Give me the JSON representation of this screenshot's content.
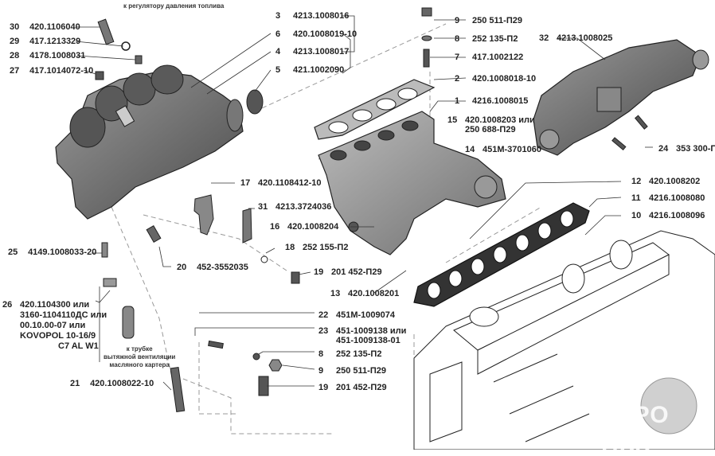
{
  "diagram": {
    "title": "Intake and exhaust manifold parts diagram",
    "notes": {
      "fuel_regulator": "к регулятору давления топлива",
      "crankcase_vent": [
        "к трубке",
        "вытяжной вентиляции",
        "масляного картера"
      ]
    },
    "watermark": "АГРО НКК",
    "callouts": [
      {
        "num": "30",
        "part": "420.1106040"
      },
      {
        "num": "29",
        "part": "417.1213329"
      },
      {
        "num": "28",
        "part": "4178.1008031"
      },
      {
        "num": "27",
        "part": "417.1014072-10"
      },
      {
        "num": "3",
        "part": "4213.1008016"
      },
      {
        "num": "6",
        "part": "420.1008019-10"
      },
      {
        "num": "4",
        "part": "4213.1008017"
      },
      {
        "num": "5",
        "part": "421.1002090"
      },
      {
        "num": "9",
        "part": "250 511-П29"
      },
      {
        "num": "8",
        "part": "252 135-П2"
      },
      {
        "num": "7",
        "part": "417.1002122"
      },
      {
        "num": "2",
        "part": "420.1008018-10"
      },
      {
        "num": "1",
        "part": "4216.1008015"
      },
      {
        "num": "15",
        "part": "420.1008203 или",
        "part2": "250 688-П29"
      },
      {
        "num": "14",
        "part": "451М-3701060"
      },
      {
        "num": "32",
        "part": "4213.1008025"
      },
      {
        "num": "24",
        "part": "353 300-П"
      },
      {
        "num": "12",
        "part": "420.1008202"
      },
      {
        "num": "11",
        "part": "4216.1008080"
      },
      {
        "num": "10",
        "part": "4216.1008096"
      },
      {
        "num": "17",
        "part": "420.1108412-10"
      },
      {
        "num": "31",
        "part": "4213.3724036"
      },
      {
        "num": "16",
        "part": "420.1008204"
      },
      {
        "num": "18",
        "part": "252 155-П2"
      },
      {
        "num": "19",
        "part": "201 452-П29"
      },
      {
        "num": "13",
        "part": "420.1008201"
      },
      {
        "num": "25",
        "part": "4149.1008033-20"
      },
      {
        "num": "20",
        "part": "452-3552035"
      },
      {
        "num": "26",
        "part": "420.1104300 или",
        "part2": "3160-1104110ДС или",
        "part3": "00.10.00-07 или",
        "part4": "KOVOPOL 10-16/9",
        "part5": "C7 AL W1"
      },
      {
        "num": "22",
        "part": "451М-1009074"
      },
      {
        "num": "23",
        "part": "451-1009138 или",
        "part2": "451-1009138-01"
      },
      {
        "num": "8",
        "part": "252 135-П2"
      },
      {
        "num": "9",
        "part": "250 511-П29"
      },
      {
        "num": "19",
        "part": "201 452-П29"
      },
      {
        "num": "21",
        "part": "420.1008022-10"
      }
    ]
  }
}
